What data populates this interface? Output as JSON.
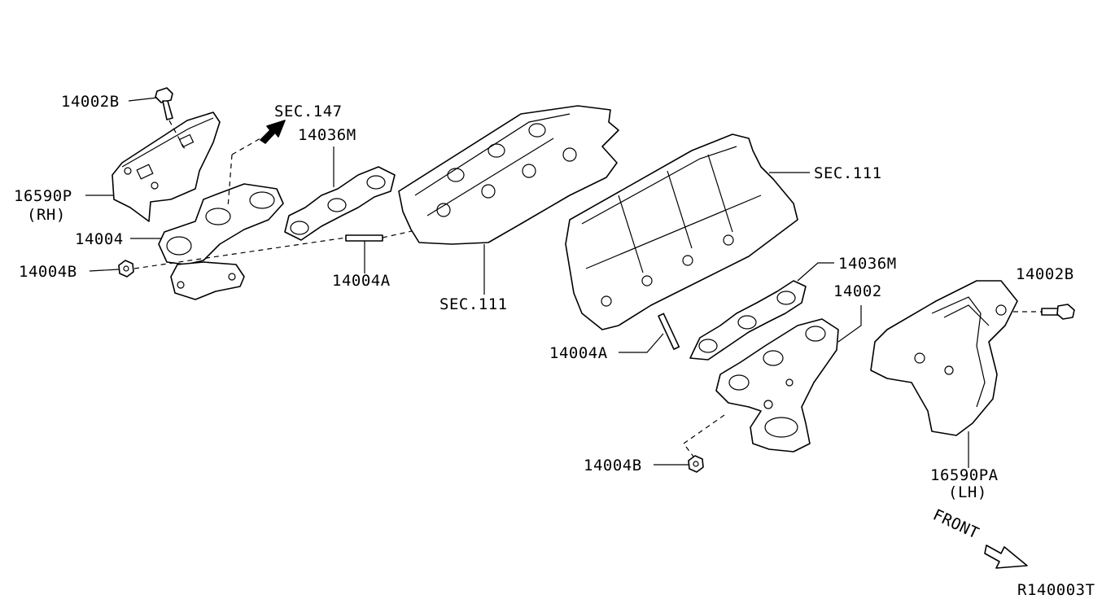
{
  "labels": {
    "l_14002B_rh": "14002B",
    "l_16590P": "16590P",
    "l_rh": "(RH)",
    "l_sec147": "SEC.147",
    "l_14036M_rh": "14036M",
    "l_14004": "14004",
    "l_14004B_rh": "14004B",
    "l_14004A_rh": "14004A",
    "l_sec111_rh": "SEC.111",
    "l_sec111_lh": "SEC.111",
    "l_14036M_lh": "14036M",
    "l_14002": "14002",
    "l_14002B_lh": "14002B",
    "l_14004A_lh": "14004A",
    "l_14004B_lh": "14004B",
    "l_16590PA": "16590PA",
    "l_lh": "(LH)",
    "l_front": "FRONT",
    "l_ref": "R140003T"
  }
}
